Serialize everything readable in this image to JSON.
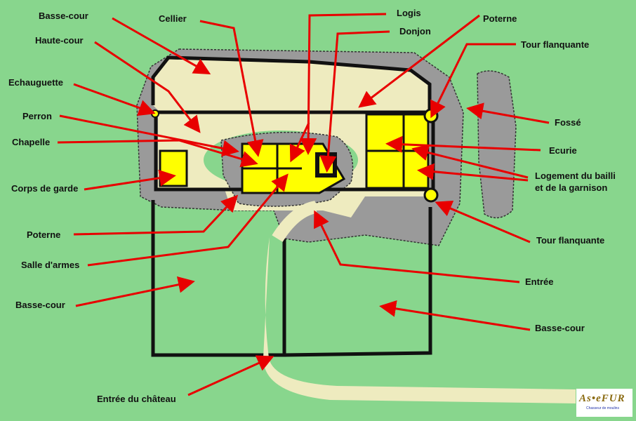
{
  "labels": {
    "basse_cour_top": "Basse-cour",
    "haute_cour": "Haute-cour",
    "echauguette": "Echauguette",
    "perron": "Perron",
    "chapelle": "Chapelle",
    "corps_de_garde": "Corps de garde",
    "poterne_left": "Poterne",
    "salle_armes": "Salle d'armes",
    "basse_cour_left": "Basse-cour",
    "entree_chateau": "Entrée du château",
    "cellier": "Cellier",
    "logis": "Logis",
    "donjon": "Donjon",
    "poterne_right": "Poterne",
    "tour_flanquante_top": "Tour flanquante",
    "fosse": "Fossé",
    "ecurie": "Ecurie",
    "logement_line1": "Logement du bailli",
    "logement_line2": "et de la garnison",
    "tour_flanquante_bottom": "Tour flanquante",
    "entree": "Entrée",
    "basse_cour_right": "Basse-cour"
  },
  "logo": {
    "title": "As•eFUR",
    "subtitle": "Chasseur de moulins"
  },
  "colors": {
    "background": "#88d68d",
    "arrow": "#e80000",
    "rooms": "#ffff00",
    "courtyard": "#eeebbf",
    "stone": "#9a9a9a"
  }
}
